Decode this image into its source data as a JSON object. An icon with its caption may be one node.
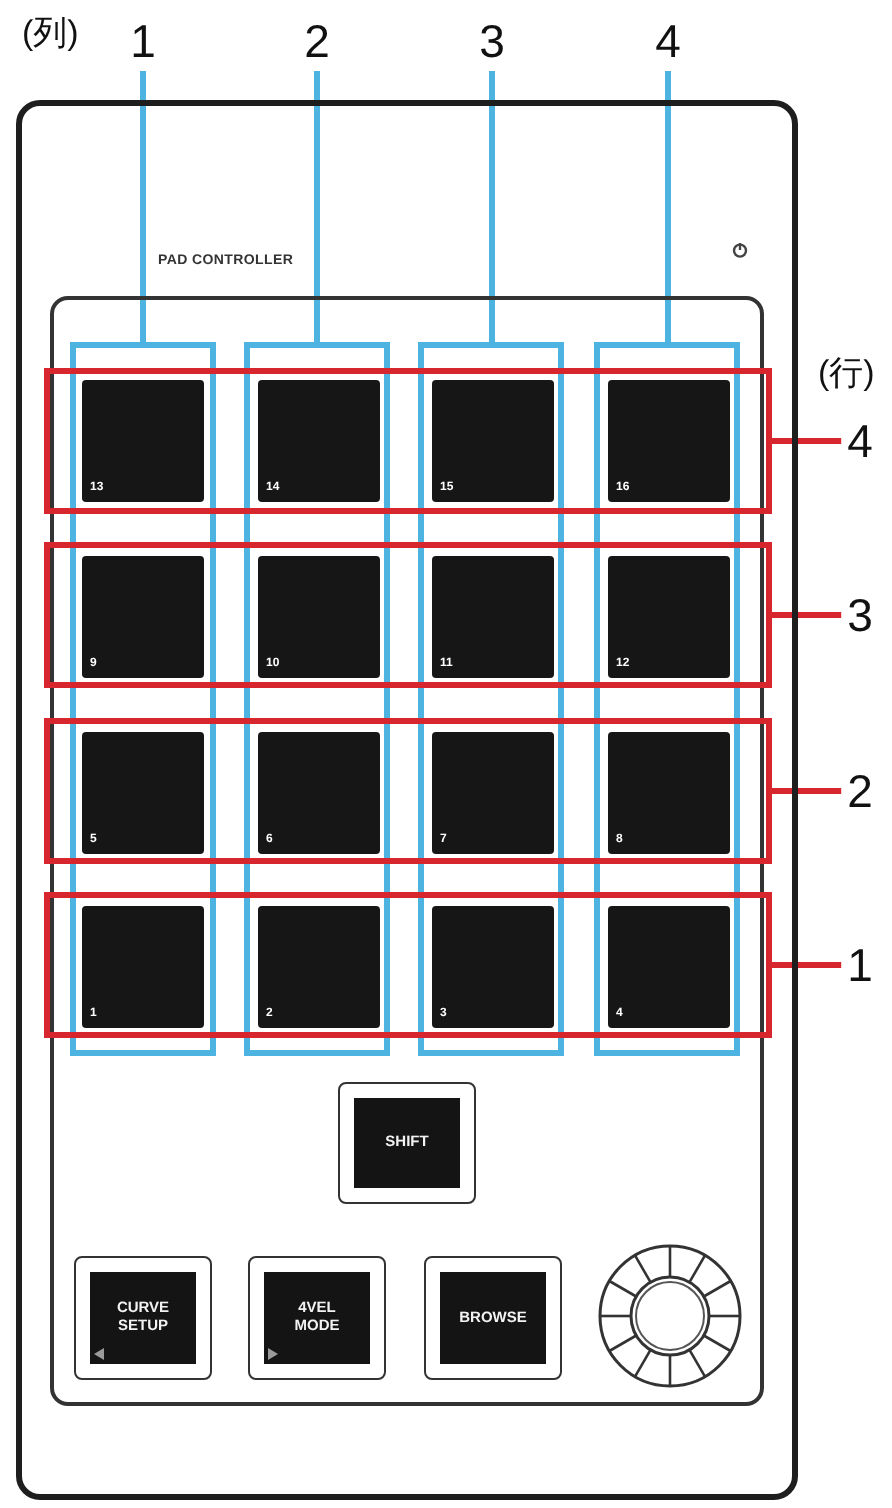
{
  "diagram": {
    "nodes": [
      {
        "text": [
          "1"
        ]
      },
      {
        "text": [
          "2"
        ]
      },
      {
        "text": [
          "3"
        ]
      },
      {
        "text": [
          "4"
        ]
      },
      {
        "text": [
          "PAD CONTROLLER"
        ]
      },
      {
        "text": [],
        "shape": "box",
        "in": 4
      },
      {
        "text": [],
        "shape": "box",
        "in": 5
      },
      {
        "text": [],
        "shape": "box",
        "in": 5
      },
      {
        "text": [],
        "shape": "box",
        "in": 5
      },
      {
        "text": [],
        "shape": "box",
        "in": 5
      },
      {
        "text": [],
        "shape": "box",
        "in": 5
      },
      {
        "text": [],
        "shape": "box",
        "in": 5
      },
      {
        "text": [],
        "shape": "box",
        "in": 5
      },
      {
        "text": [],
        "shape": "box",
        "in": 5
      },
      {
        "text": [
          "4"
        ]
      },
      {
        "text": [
          "3"
        ]
      },
      {
        "text": [
          "2"
        ]
      },
      {
        "text": [
          "1"
        ]
      },
      {
        "text": [
          "13"
        ]
      },
      {
        "text": [
          "14"
        ]
      },
      {
        "text": [
          "15"
        ]
      },
      {
        "text": [
          "16"
        ]
      },
      {
        "text": [
          "9"
        ]
      },
      {
        "text": [
          "10"
        ]
      },
      {
        "text": [
          "11"
        ]
      },
      {
        "text": [
          "12"
        ]
      },
      {
        "text": [
          "5"
        ]
      },
      {
        "text": [
          "6"
        ]
      },
      {
        "text": [
          "7"
        ]
      },
      {
        "text": [
          "8"
        ]
      },
      {
        "text": [
          "1"
        ]
      },
      {
        "text": [
          "2"
        ]
      },
      {
        "text": [
          "3"
        ]
      },
      {
        "text": [
          "4"
        ]
      },
      {
        "text": [
          "SHIFT"
        ],
        "in": 5
      },
      {
        "text": [
          "CURVE SETUP"
        ],
        "in": 5
      },
      {
        "text": [
          "4VEL MODE"
        ],
        "in": 5
      },
      {
        "text": [
          "BROWSE"
        ],
        "in": 5
      }
    ],
    "edges": [
      {
        "from": 0,
        "to": 6,
        "arrow": "none",
        "color": "#4db3e0"
      },
      {
        "from": 1,
        "to": 7,
        "arrow": "none",
        "color": "#4db3e0"
      },
      {
        "from": 2,
        "to": 8,
        "arrow": "none",
        "color": "#4db3e0"
      },
      {
        "from": 3,
        "to": 9,
        "arrow": "none",
        "color": "#4db3e0"
      },
      {
        "from": 10,
        "to": 14,
        "arrow": "none",
        "color": "#d7262e"
      },
      {
        "from": 11,
        "to": 15,
        "arrow": "none",
        "color": "#d7262e"
      },
      {
        "from": 12,
        "to": 16,
        "arrow": "none",
        "color": "#d7262e"
      },
      {
        "from": 13,
        "to": 17,
        "arrow": "none",
        "color": "#d7262e"
      }
    ],
    "labels": [
      "(列)",
      "(行)"
    ]
  }
}
